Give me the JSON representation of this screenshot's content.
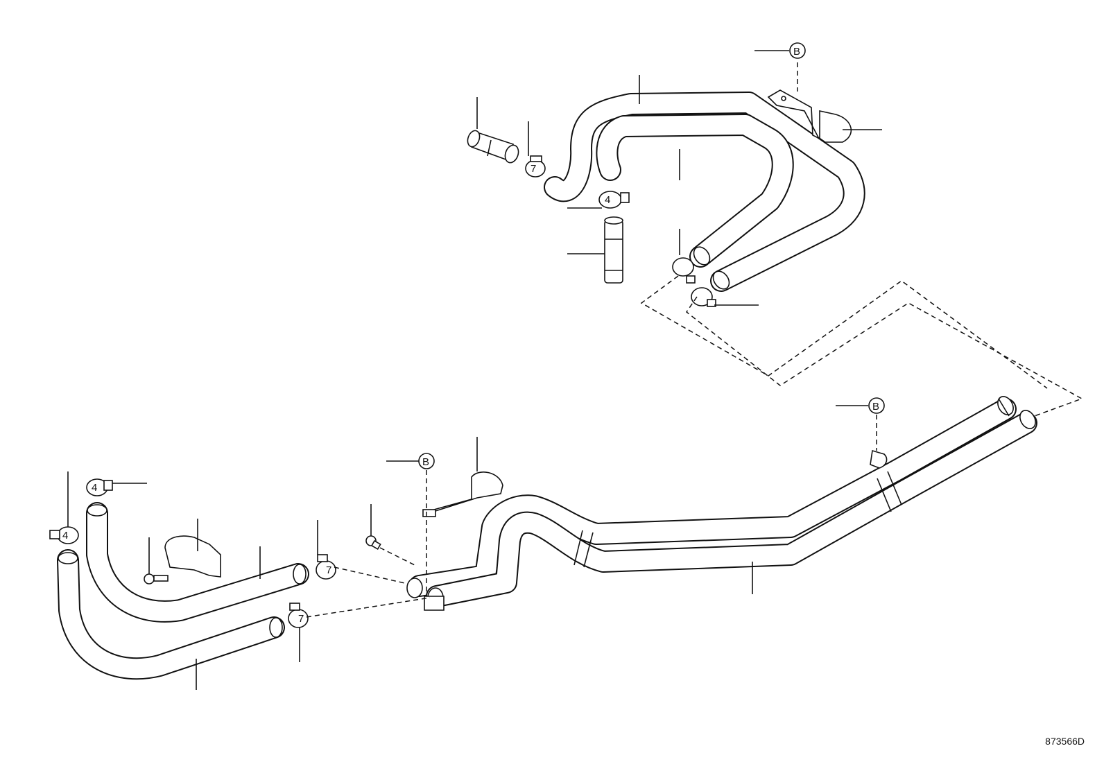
{
  "diagram": {
    "reference_marks": [
      "B",
      "B",
      "B"
    ],
    "diagram_id": "873566D"
  }
}
